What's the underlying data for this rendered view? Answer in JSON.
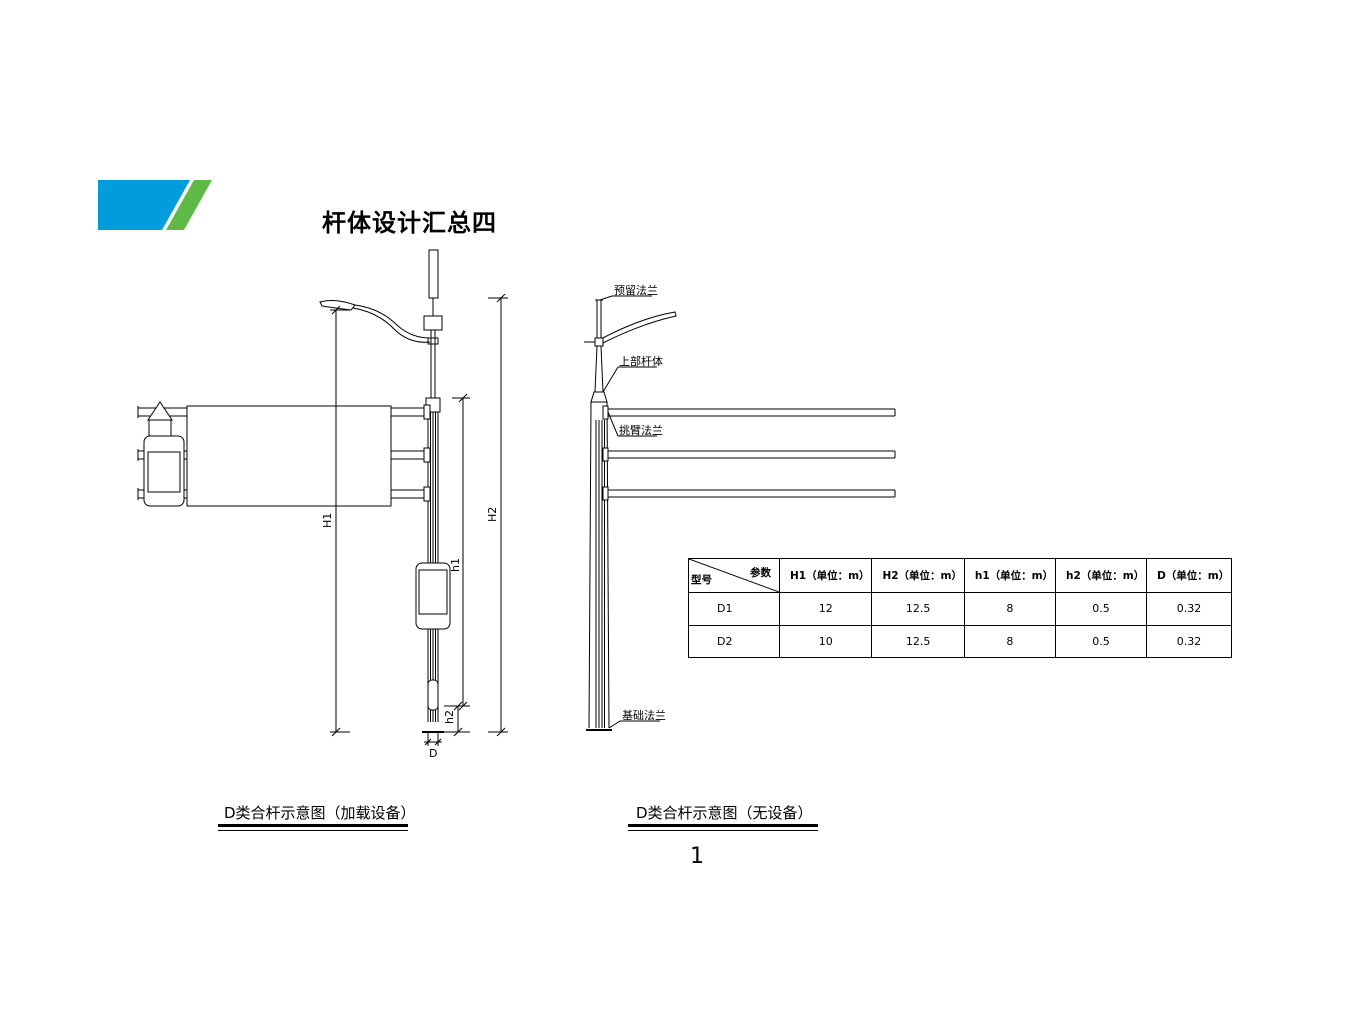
{
  "page": {
    "title": "杆体设计汇总四",
    "page_number": "1"
  },
  "brand": {
    "color_blue": "#009cdc",
    "color_green": "#5fb946"
  },
  "left_figure": {
    "caption": "D类合杆示意图（加载设备）",
    "dims": {
      "H1": "H1",
      "H2": "H2",
      "h1": "h1",
      "h2": "h2",
      "D": "D"
    }
  },
  "right_figure": {
    "caption": "D类合杆示意图（无设备）",
    "labels": {
      "reserved_flange": "预留法兰",
      "upper_pole": "上部杆体",
      "arm_flange": "挑臂法兰",
      "base_flange": "基础法兰"
    }
  },
  "table": {
    "corner_top": "参数",
    "corner_bottom": "型号",
    "headers": [
      "H1（单位：m）",
      "H2（单位：m）",
      "h1（单位：m）",
      "h2（单位：m）",
      "D（单位：m）"
    ],
    "rows": [
      {
        "model": "D1",
        "values": [
          "12",
          "12.5",
          "8",
          "0.5",
          "0.32"
        ]
      },
      {
        "model": "D2",
        "values": [
          "10",
          "12.5",
          "8",
          "0.5",
          "0.32"
        ]
      }
    ]
  }
}
